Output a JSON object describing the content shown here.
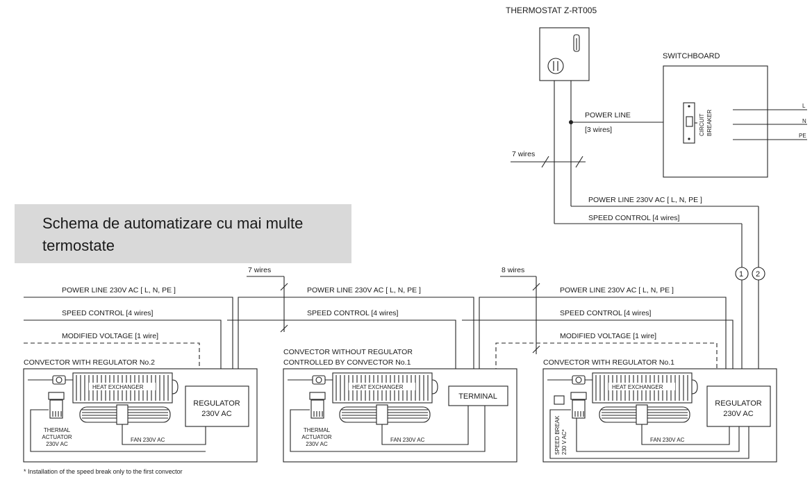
{
  "caption": {
    "line1": "Schema de automatizare cu mai multe",
    "line2": "termostate"
  },
  "thermostat": {
    "title": "THERMOSTAT Z-RT005"
  },
  "switchboard": {
    "title": "SWITCHBOARD",
    "breaker_line1": "CIRCUIT",
    "breaker_line2": "BREAKER",
    "terminals": [
      "L",
      "N",
      "PE"
    ]
  },
  "top_wiring": {
    "power_line": "POWER LINE",
    "power_line_wires": "[3 wires]",
    "seven_wires": "7 wires",
    "power_line_230": "POWER LINE 230V AC [ L, N, PE ]",
    "speed_control": "SPEED CONTROL [4 wires]",
    "circle_1": "1",
    "circle_2": "2"
  },
  "bus_left": {
    "bundle": "7 wires",
    "power_line": "POWER LINE 230V AC [ L, N, PE ]",
    "speed_control": "SPEED CONTROL [4 wires]",
    "modified_voltage": "MODIFIED VOLTAGE [1 wire]"
  },
  "bus_middle": {
    "power_line": "POWER LINE 230V AC [ L, N, PE ]",
    "speed_control": "SPEED CONTROL [4 wires]"
  },
  "bus_right": {
    "bundle": "8 wires",
    "power_line": "POWER LINE 230V AC [ L, N, PE ]",
    "speed_control": "SPEED CONTROL [4 wires]",
    "modified_voltage": "MODIFIED VOLTAGE [1 wire]"
  },
  "convector_2": {
    "title": "CONVECTOR WITH REGULATOR No.2",
    "heat_exchanger": "HEAT EXCHANGER",
    "regulator_line1": "REGULATOR",
    "regulator_line2": "230V AC",
    "actuator_line1": "THERMAL",
    "actuator_line2": "ACTUATOR",
    "actuator_line3": "230V AC",
    "fan": "FAN 230V AC"
  },
  "convector_mid": {
    "title_line1": "CONVECTOR WITHOUT REGULATOR",
    "title_line2": "CONTROLLED BY CONVECTOR No.1",
    "heat_exchanger": "HEAT EXCHANGER",
    "terminal": "TERMINAL",
    "actuator_line1": "THERMAL",
    "actuator_line2": "ACTUATOR",
    "actuator_line3": "230V AC",
    "fan": "FAN 230V AC"
  },
  "convector_1": {
    "title": "CONVECTOR WITH REGULATOR No.1",
    "heat_exchanger": "HEAT EXCHANGER",
    "regulator_line1": "REGULATOR",
    "regulator_line2": "230V AC",
    "speed_break_line1": "SPEED BREAK",
    "speed_break_line2": "230 V AC*",
    "fan": "FAN 230V AC"
  },
  "footnote": "* Installation of the speed break only to the first convector"
}
